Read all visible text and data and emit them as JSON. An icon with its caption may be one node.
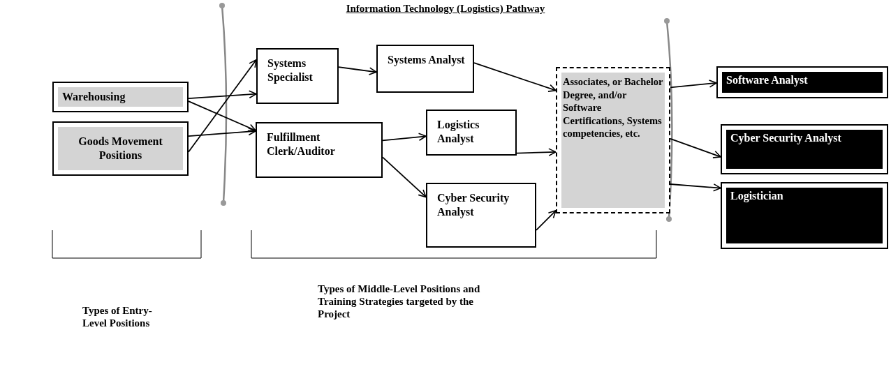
{
  "diagram": {
    "title": "Information Technology (Logistics) Pathway",
    "nodes": [
      {
        "text": [
          "Warehousing"
        ]
      },
      {
        "text": [
          "Goods Movement Positions"
        ]
      },
      {
        "text": [
          "Systems Specialist"
        ]
      },
      {
        "text": [
          "Systems Analyst"
        ]
      },
      {
        "text": [
          "Fulfillment Clerk/Auditor"
        ]
      },
      {
        "text": [
          "Logistics Analyst"
        ]
      },
      {
        "text": [
          "Cyber Security Analyst"
        ]
      },
      {
        "text": [
          "Associates, or Bachelor Degree, and/or Software Certifications, Systems competencies, etc."
        ]
      },
      {
        "text": [
          "Software Analyst"
        ]
      },
      {
        "text": [
          "Cyber Security Analyst"
        ]
      },
      {
        "text": [
          "Logistician"
        ]
      }
    ],
    "edges": [
      {
        "from": 0,
        "to": 2,
        "arrow": "to"
      },
      {
        "from": 0,
        "to": 4,
        "arrow": "to"
      },
      {
        "from": 1,
        "to": 4,
        "arrow": "to"
      },
      {
        "from": 1,
        "to": 2,
        "arrow": "to"
      },
      {
        "from": 2,
        "to": 3,
        "arrow": "to"
      },
      {
        "from": 3,
        "to": 7,
        "arrow": "to"
      },
      {
        "from": 4,
        "to": 5,
        "arrow": "to"
      },
      {
        "from": 4,
        "to": 6,
        "arrow": "to"
      },
      {
        "from": 5,
        "to": 7,
        "arrow": "to"
      },
      {
        "from": 6,
        "to": 7,
        "arrow": "to"
      },
      {
        "from": 7,
        "to": 8,
        "arrow": "to"
      },
      {
        "from": 7,
        "to": 9,
        "arrow": "to"
      },
      {
        "from": 7,
        "to": 10,
        "arrow": "to"
      }
    ],
    "labels": [
      "Types of Entry-Level Positions",
      "Types of Middle-Level Positions and Training Strategies targeted by the Project"
    ]
  }
}
